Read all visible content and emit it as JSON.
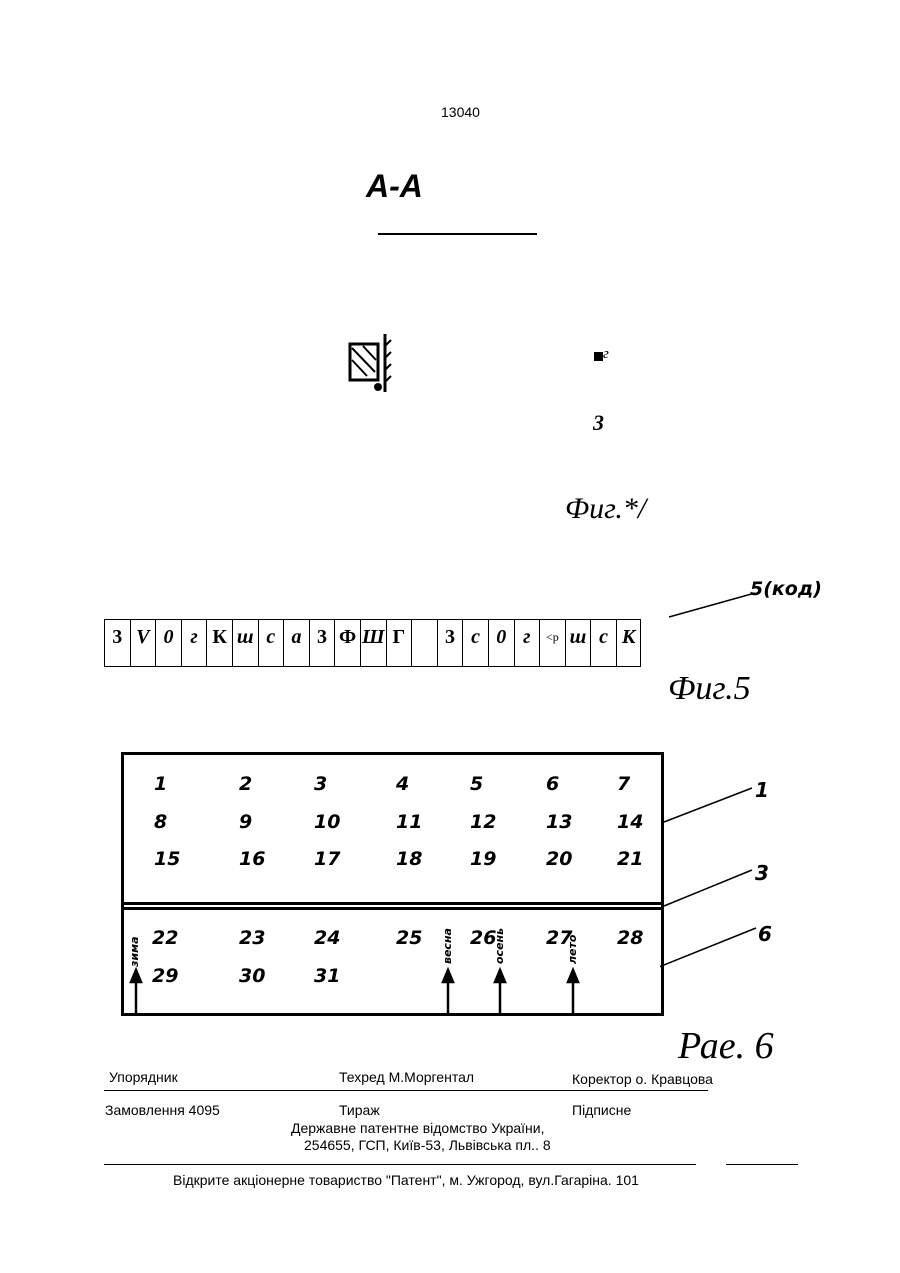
{
  "page_number": "13040",
  "section_title": "A-A",
  "fig_labels": {
    "top_mark_small": "г",
    "top_mark_num": "3",
    "fig_top": "Фиг.*/",
    "fig5": "Фиг.5",
    "fig5_callout": "5(код)",
    "fig6": "Рае. 6"
  },
  "code_strip": [
    {
      "t": "3",
      "s": ""
    },
    {
      "t": "V",
      "s": "it"
    },
    {
      "t": "0",
      "s": "it"
    },
    {
      "t": "г",
      "s": "it"
    },
    {
      "t": "К",
      "s": ""
    },
    {
      "t": "ш",
      "s": "it"
    },
    {
      "t": "с",
      "s": "it"
    },
    {
      "t": "а",
      "s": "it"
    },
    {
      "t": "3",
      "s": ""
    },
    {
      "t": "Ф",
      "s": ""
    },
    {
      "t": "Ш",
      "s": "it"
    },
    {
      "t": "Г",
      "s": ""
    },
    {
      "t": "",
      "s": ""
    },
    {
      "t": "3",
      "s": ""
    },
    {
      "t": "с",
      "s": "it"
    },
    {
      "t": "0",
      "s": "it"
    },
    {
      "t": "г",
      "s": "it"
    },
    {
      "t": "<р",
      "s": "small"
    },
    {
      "t": "ш",
      "s": "it"
    },
    {
      "t": "с",
      "s": "it"
    },
    {
      "t": "К",
      "s": "it"
    }
  ],
  "calendar": {
    "rows": [
      [
        "1",
        "2",
        "3",
        "4",
        "5",
        "6",
        "7"
      ],
      [
        "8",
        "9",
        "10",
        "11",
        "12",
        "13",
        "14"
      ],
      [
        "15",
        "16",
        "17",
        "18",
        "19",
        "20",
        "21"
      ],
      [
        "22",
        "23",
        "24",
        "25",
        "26",
        "27",
        "28"
      ],
      [
        "29",
        "30",
        "31"
      ]
    ],
    "seasons": [
      "зима",
      "весна",
      "осень",
      "лето"
    ],
    "callouts": [
      "1",
      "3",
      "6"
    ]
  },
  "footer": {
    "compiler": "Упорядник",
    "tech_editor": "Техред М.Моргентал",
    "proofreader": "Коректор о. Кравцова",
    "order": "Замовлення 4095",
    "circulation": "Тираж",
    "subscription": "Підписне",
    "agency": "Державне патентне відомство України,",
    "address": "254655, ГСП, Київ-53, Львівська пл.. 8",
    "publisher": "Відкрите акціонерне товариство \"Патент\", м. Ужгород, вул.Гагаріна. 101"
  }
}
